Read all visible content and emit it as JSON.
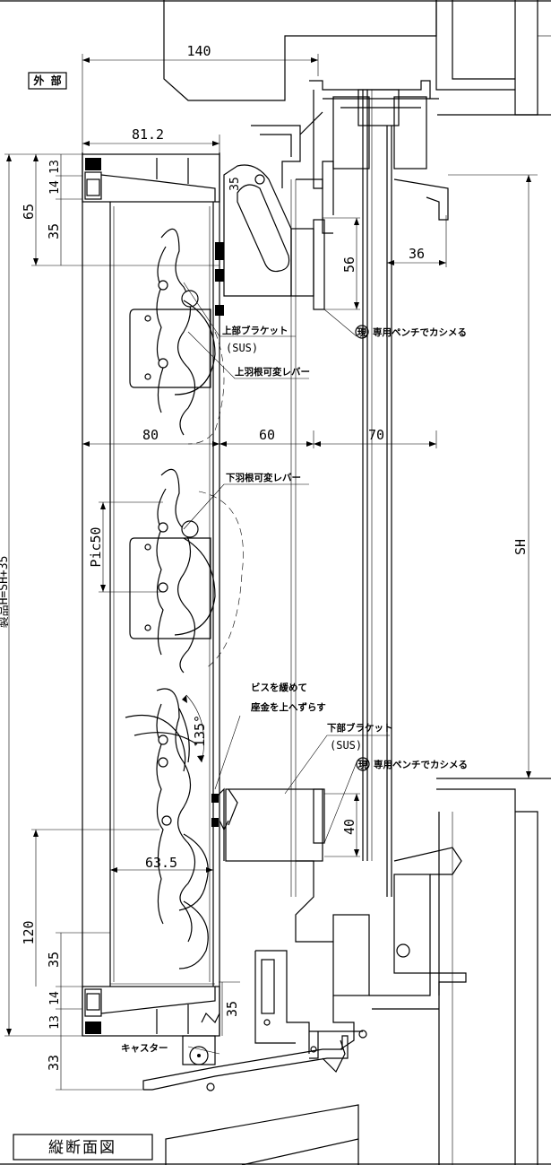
{
  "title": "縦断面図",
  "labels": {
    "exterior": "外 部",
    "upper_bracket": "上部ブラケット",
    "upper_bracket_mat": "(SUS)",
    "upper_lever": "上羽根可変レバー",
    "lower_lever": "下羽根可変レバー",
    "screw_note_1": "ビスを緩めて",
    "screw_note_2": "座金を上へずらす",
    "lower_bracket": "下部ブラケット",
    "lower_bracket_mat": "(SUS)",
    "crimp_circle": "現",
    "crimp_note": "専用ペンチでカシメる",
    "caster": "キャスター"
  },
  "dimensions": {
    "top_140": "140",
    "width_81_2": "81.2",
    "d13": "13",
    "d14": "14",
    "d35": "35",
    "d65": "65",
    "d56": "56",
    "d36": "36",
    "d80": "80",
    "d60": "60",
    "d70": "70",
    "pitch": "Pic50",
    "sh": "SH",
    "product_h": "製品H=SH+35",
    "angle": "135°",
    "d40": "40",
    "d63_5": "63.5",
    "d120": "120",
    "b35a": "35",
    "b14": "14",
    "b13": "13",
    "b35b": "35",
    "d33": "33"
  }
}
